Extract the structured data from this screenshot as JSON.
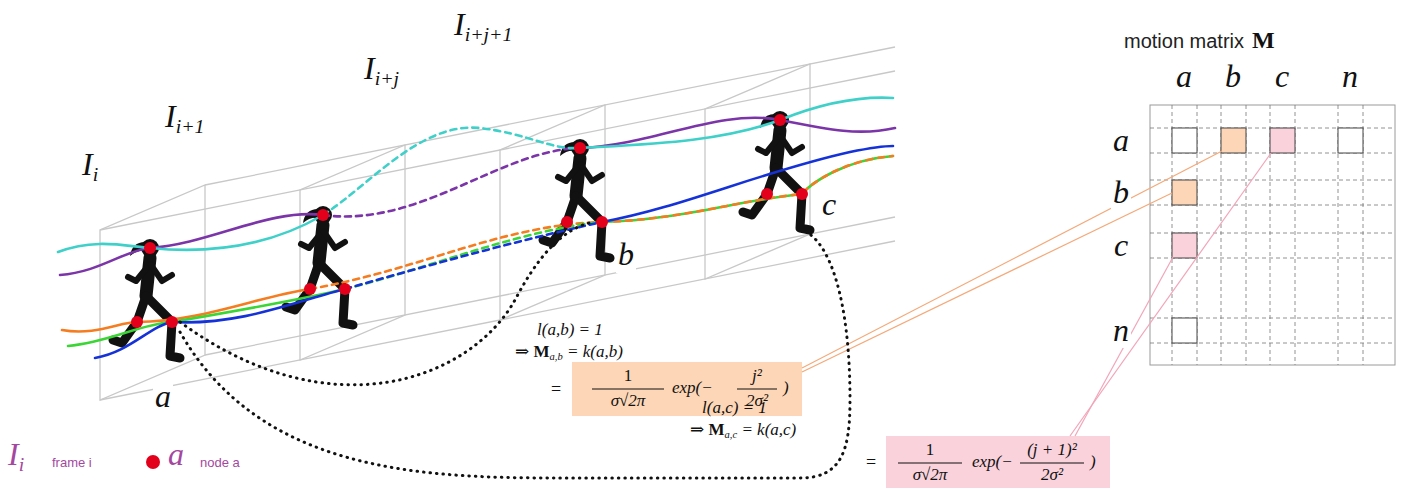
{
  "diagram": {
    "nodes": [
      {
        "text": [
          "a"
        ]
      },
      {
        "text": [
          "b"
        ]
      },
      {
        "text": [
          "c"
        ]
      }
    ],
    "edges": [
      {
        "from": 0,
        "to": 1,
        "arrow": "none"
      },
      {
        "from": 0,
        "to": 2,
        "arrow": "none"
      }
    ],
    "labels": [
      "Ii",
      "Ii+1",
      "Ii+j",
      "Ii+j+1",
      "l(a,b) = 1",
      "⇒ Ma,b = k(a,b)",
      "=",
      "1",
      "σ√2π",
      "exp(−",
      "j²",
      "2σ²",
      ")",
      "l(a,c) = 1",
      "⇒ Ma,c = k(a,c)",
      "=",
      "1",
      "σ√2π",
      "exp(−",
      "(j + 1)²",
      "2σ²",
      ")",
      "motion matrix",
      "M",
      "a",
      "b",
      "c",
      "n",
      "a",
      "b",
      "c",
      "n",
      "Ii",
      "a"
    ],
    "legend": [
      {
        "text": "frame i"
      },
      {
        "text": "node a",
        "color": "#e3001b"
      }
    ]
  }
}
